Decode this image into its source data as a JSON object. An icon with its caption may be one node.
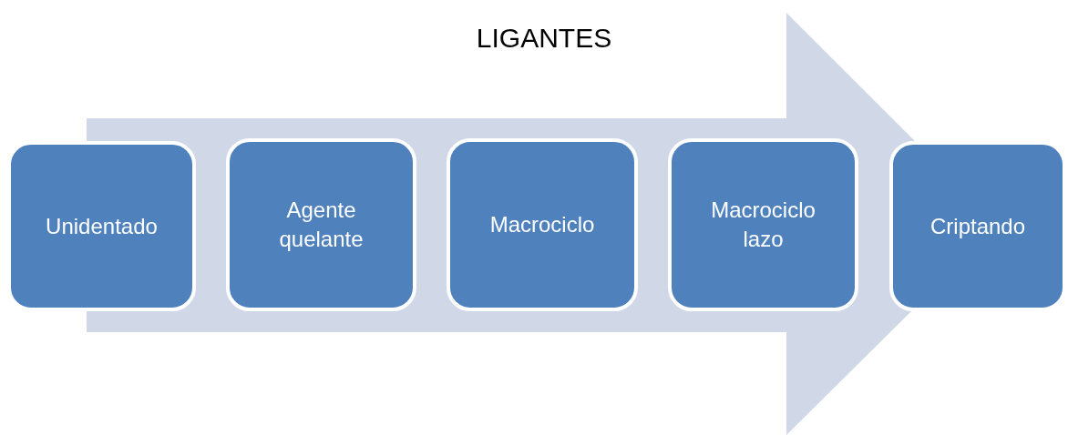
{
  "diagram": {
    "title": "LIGANTES",
    "nodes": [
      {
        "text": [
          "Unidentado"
        ]
      },
      {
        "text": [
          "Agente quelante"
        ]
      },
      {
        "text": [
          "Macrociclo"
        ]
      },
      {
        "text": [
          "Macrociclo lazo"
        ]
      },
      {
        "text": [
          "Criptando"
        ]
      }
    ],
    "edges": [
      {
        "from": 0,
        "to": 4,
        "arrow": "to"
      }
    ]
  }
}
